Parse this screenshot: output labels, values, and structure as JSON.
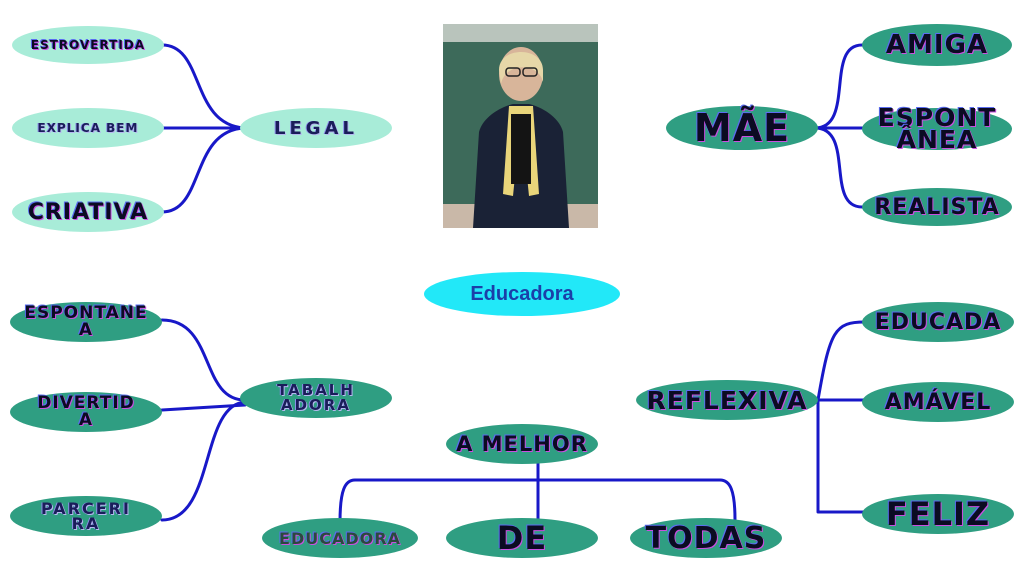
{
  "center": {
    "label": "Educadora"
  },
  "groups": {
    "legal": {
      "hub": "LEGAL",
      "leaves": [
        "ESTROVERTIDA",
        "EXPLICA BEM",
        "CRIATIVA"
      ]
    },
    "mae": {
      "hub": "MÃE",
      "leaves": [
        "AMIGA",
        "ESPONT\nÂNEA",
        "REALISTA"
      ]
    },
    "trabalhadora": {
      "hub": "TABALH\nADORA",
      "leaves": [
        "ESPONTANE\nA",
        "DIVERTID\nA",
        "PARCERI\nRA"
      ]
    },
    "reflexiva": {
      "hub": "REFLEXIVA",
      "leaves": [
        "EDUCADA",
        "AMÁVEL",
        "FELIZ"
      ]
    },
    "melhor": {
      "hub": "A MELHOR",
      "leaves": [
        "EDUCADORA",
        "DE",
        "TODAS"
      ]
    }
  },
  "photo": {
    "description_icon": "teacher-portrait-photo"
  },
  "colors": {
    "connector": "#1818c8",
    "light_node": "#a8ecd8",
    "dark_node": "#2f9e82",
    "center_node": "#22e8f8"
  }
}
